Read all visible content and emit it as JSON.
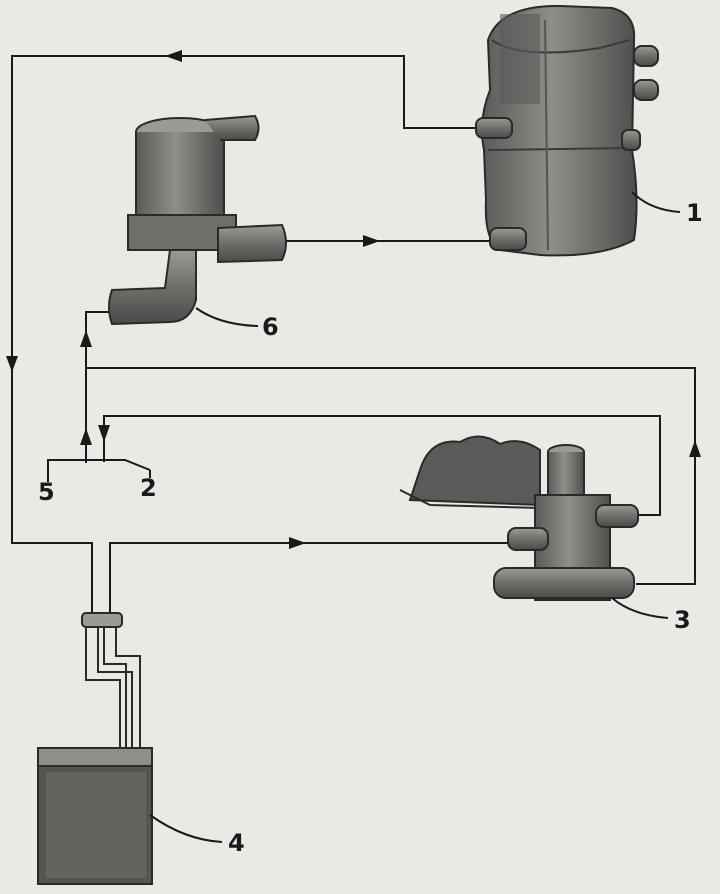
{
  "diagram": {
    "callouts": {
      "heater": "1",
      "connector_return": "2",
      "control_valve": "3",
      "heat_exchanger": "4",
      "connector_feed": "5",
      "pump": "6"
    },
    "colors": {
      "background": "#e9e9e6",
      "line": "#1a1a1a",
      "part_fill": "#7b7b78",
      "part_dark": "#4a4a48",
      "part_light": "#a9a9a5"
    }
  }
}
